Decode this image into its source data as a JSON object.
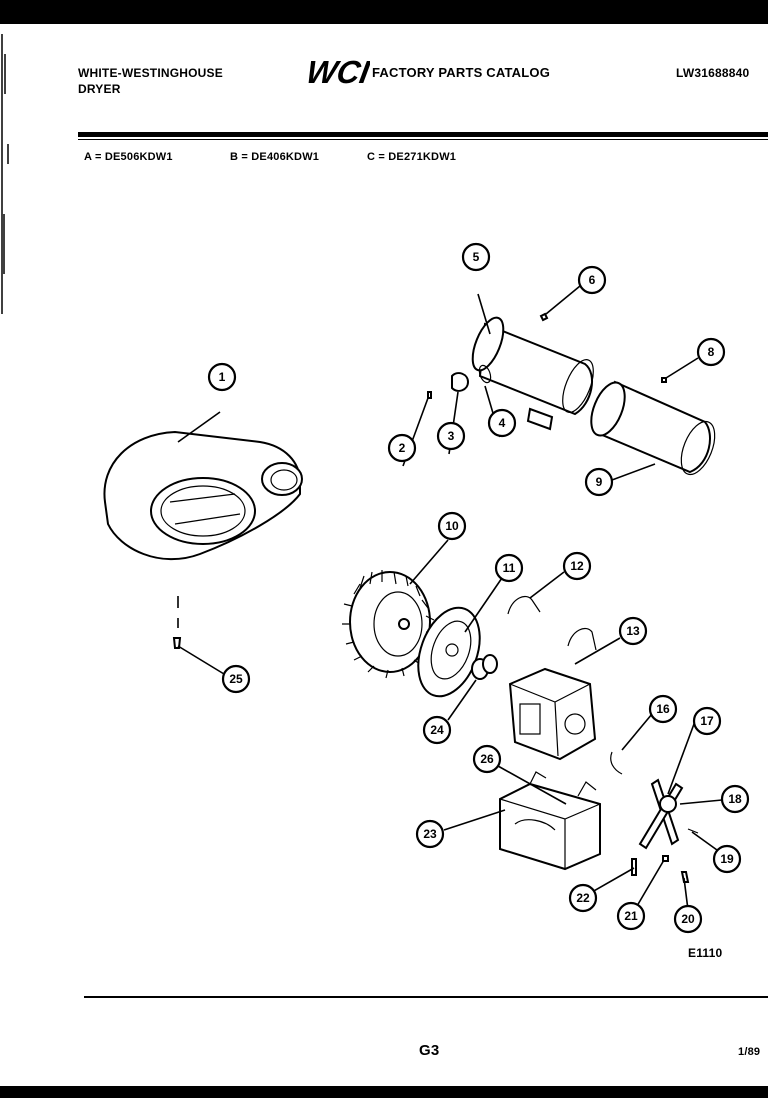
{
  "header": {
    "brand_line1": "WHITE-WESTINGHOUSE",
    "brand_line2": "DRYER",
    "logo_text": "WCI",
    "catalog_title": "FACTORY PARTS CATALOG",
    "model_code": "LW31688840"
  },
  "variants": {
    "a": "A = DE506KDW1",
    "b": "B = DE406KDW1",
    "c": "C = DE271KDW1"
  },
  "callouts": [
    "1",
    "2",
    "3",
    "4",
    "5",
    "6",
    "8",
    "9",
    "10",
    "11",
    "12",
    "13",
    "16",
    "17",
    "18",
    "19",
    "20",
    "21",
    "22",
    "23",
    "24",
    "25",
    "26"
  ],
  "footer": {
    "diagram_code": "E1110",
    "page_number": "G3",
    "date": "1/89"
  },
  "colors": {
    "ink": "#000000",
    "paper": "#ffffff"
  }
}
